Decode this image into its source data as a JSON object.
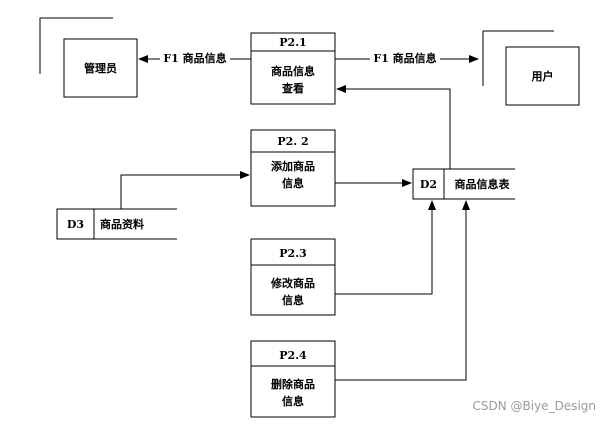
{
  "entities": {
    "admin": "管理员",
    "user": "用户"
  },
  "processes": {
    "p21": {
      "id": "P2.1",
      "line1": "商品信息",
      "line2": "查看"
    },
    "p22": {
      "id": "P2. 2",
      "line1": "添加商品",
      "line2": "信息"
    },
    "p23": {
      "id": "P2.3",
      "line1": "修改商品",
      "line2": "信息"
    },
    "p24": {
      "id": "P2.4",
      "line1": "删除商品",
      "line2": "信息"
    }
  },
  "stores": {
    "d2": {
      "id": "D2",
      "name": "商品信息表"
    },
    "d3": {
      "id": "D3",
      "name": "商品资料"
    }
  },
  "flows": {
    "to_admin": "F1 商品信息",
    "to_user": "F1 商品信息"
  },
  "watermark": "CSDN @Biye_Design"
}
